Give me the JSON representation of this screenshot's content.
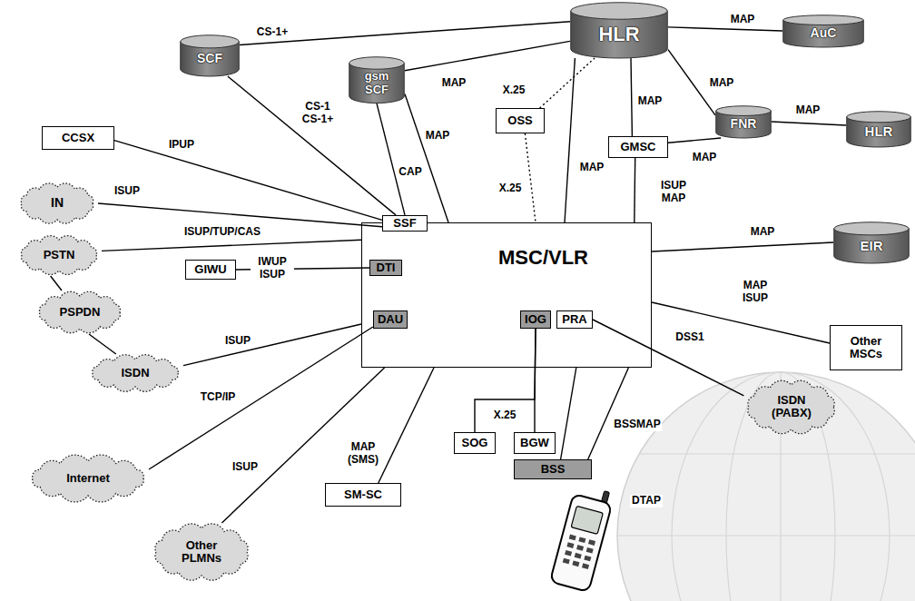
{
  "diagram": {
    "nodes": [
      {
        "text": [
          "HLR"
        ]
      },
      {
        "text": [
          "AuC"
        ]
      },
      {
        "text": [
          "SCF"
        ]
      },
      {
        "text": [
          "gsm SCF"
        ]
      },
      {
        "text": [
          "FNR"
        ]
      },
      {
        "text": [
          "HLR"
        ]
      },
      {
        "text": [
          "CCSX"
        ]
      },
      {
        "text": [
          "OSS"
        ]
      },
      {
        "text": [
          "GMSC"
        ]
      },
      {
        "text": [
          "IN"
        ]
      },
      {
        "text": [
          "PSTN"
        ]
      },
      {
        "text": [
          "MSC/VLR"
        ]
      },
      {
        "text": [
          "SSF"
        ],
        "in": 11
      },
      {
        "text": [
          "DTI"
        ],
        "in": 11
      },
      {
        "text": [
          "DAU"
        ],
        "in": 11
      },
      {
        "text": [
          "IOG"
        ],
        "in": 11
      },
      {
        "text": [
          "PRA"
        ],
        "in": 11
      },
      {
        "text": [
          "GIWU"
        ]
      },
      {
        "text": [
          "EIR"
        ]
      },
      {
        "text": [
          "Other MSCs"
        ]
      },
      {
        "text": [
          "PSPDN"
        ]
      },
      {
        "text": [
          "ISDN"
        ]
      },
      {
        "text": [
          "ISDN (PABX)"
        ]
      },
      {
        "text": [
          "SOG"
        ]
      },
      {
        "text": [
          "BGW"
        ]
      },
      {
        "text": [
          "BSS"
        ]
      },
      {
        "text": [
          "Internet"
        ]
      },
      {
        "text": [
          "SM-SC"
        ]
      },
      {
        "text": [
          "Other PLMNs"
        ]
      }
    ],
    "edges": [
      {
        "from": 0,
        "to": 1,
        "label": "MAP",
        "arrow": "none"
      },
      {
        "from": 0,
        "to": 2,
        "label": "CS-1+",
        "arrow": "none"
      },
      {
        "from": 0,
        "to": 3,
        "label": "MAP",
        "arrow": "none"
      },
      {
        "from": 0,
        "to": 4,
        "label": "MAP",
        "arrow": "none"
      },
      {
        "from": 4,
        "to": 5,
        "label": "MAP",
        "arrow": "none"
      },
      {
        "from": 4,
        "to": 8,
        "label": "MAP",
        "arrow": "none"
      },
      {
        "from": 0,
        "to": 8,
        "label": "MAP",
        "arrow": "none"
      },
      {
        "from": 0,
        "to": 11,
        "label": "MAP",
        "arrow": "none"
      },
      {
        "from": 8,
        "to": 11,
        "label": "ISUP MAP",
        "arrow": "none"
      },
      {
        "from": 7,
        "to": 0,
        "label": "X.25",
        "arrow": "none"
      },
      {
        "from": 7,
        "to": 11,
        "label": "X.25",
        "arrow": "none"
      },
      {
        "from": 3,
        "to": 12,
        "label": "CAP",
        "arrow": "none"
      },
      {
        "from": 3,
        "to": 11,
        "label": "MAP",
        "arrow": "none"
      },
      {
        "from": 2,
        "to": 12,
        "label": "CS-1 CS-1+",
        "arrow": "none"
      },
      {
        "from": 6,
        "to": 12,
        "label": "IPUP",
        "arrow": "none"
      },
      {
        "from": 9,
        "to": 12,
        "label": "ISUP",
        "arrow": "none"
      },
      {
        "from": 10,
        "to": 11,
        "label": "ISUP/TUP/CAS",
        "arrow": "none"
      },
      {
        "from": 17,
        "to": 13,
        "label": "IWUP ISUP",
        "arrow": "none"
      },
      {
        "from": 10,
        "to": 20,
        "arrow": "none"
      },
      {
        "from": 20,
        "to": 21,
        "arrow": "none"
      },
      {
        "from": 21,
        "to": 11,
        "label": "ISUP",
        "arrow": "none"
      },
      {
        "from": 26,
        "to": 14,
        "label": "TCP/IP",
        "arrow": "none"
      },
      {
        "from": 28,
        "to": 11,
        "label": "ISUP",
        "arrow": "none"
      },
      {
        "from": 27,
        "to": 11,
        "label": "MAP (SMS)",
        "arrow": "none"
      },
      {
        "from": 15,
        "to": 23,
        "label": "X.25",
        "arrow": "none"
      },
      {
        "from": 15,
        "to": 24,
        "arrow": "none"
      },
      {
        "from": 11,
        "to": 25,
        "arrow": "none"
      },
      {
        "from": 11,
        "to": 25,
        "label": "BSSMAP",
        "arrow": "none"
      },
      {
        "from": 16,
        "to": 22,
        "label": "DSS1",
        "arrow": "none"
      },
      {
        "from": 11,
        "to": 18,
        "label": "MAP",
        "arrow": "none"
      },
      {
        "from": 11,
        "to": 19,
        "label": "MAP ISUP",
        "arrow": "none"
      }
    ],
    "labels": [
      "DTAP"
    ]
  }
}
